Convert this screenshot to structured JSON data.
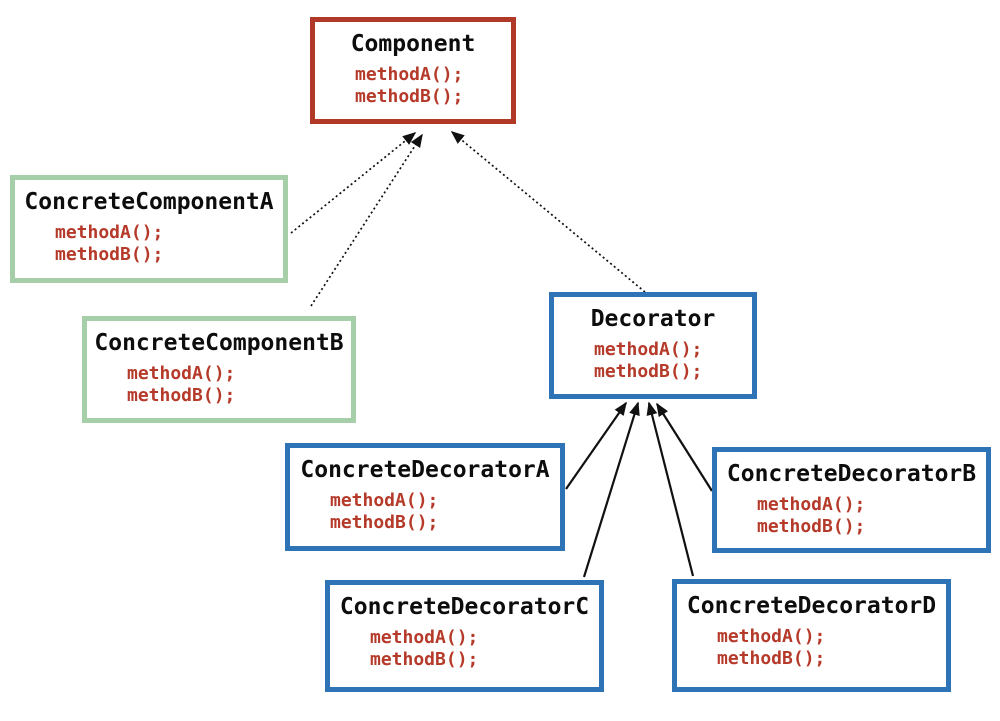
{
  "colors": {
    "component_border": "#b03927",
    "concrete_component_border": "#a6cfa9",
    "decorator_border": "#2d73b5",
    "method_text": "#b53a2a",
    "title_text": "#0d0d0d",
    "arrow": "#111111",
    "background": "#ffffff"
  },
  "classes": {
    "component": {
      "name": "Component",
      "methods": [
        "methodA();",
        "methodB();"
      ]
    },
    "concrete_component_a": {
      "name": "ConcreteComponentA",
      "methods": [
        "methodA();",
        "methodB();"
      ]
    },
    "concrete_component_b": {
      "name": "ConcreteComponentB",
      "methods": [
        "methodA();",
        "methodB();"
      ]
    },
    "decorator": {
      "name": "Decorator",
      "methods": [
        "methodA();",
        "methodB();"
      ]
    },
    "concrete_decorator_a": {
      "name": "ConcreteDecoratorA",
      "methods": [
        "methodA();",
        "methodB();"
      ]
    },
    "concrete_decorator_b": {
      "name": "ConcreteDecoratorB",
      "methods": [
        "methodA();",
        "methodB();"
      ]
    },
    "concrete_decorator_c": {
      "name": "ConcreteDecoratorC",
      "methods": [
        "methodA();",
        "methodB();"
      ]
    },
    "concrete_decorator_d": {
      "name": "ConcreteDecoratorD",
      "methods": [
        "methodA();",
        "methodB();"
      ]
    }
  },
  "relationships": [
    {
      "from": "ConcreteComponentA",
      "to": "Component",
      "style": "dotted-arrow"
    },
    {
      "from": "ConcreteComponentB",
      "to": "Component",
      "style": "dotted-arrow"
    },
    {
      "from": "Decorator",
      "to": "Component",
      "style": "dotted-arrow"
    },
    {
      "from": "ConcreteDecoratorA",
      "to": "Decorator",
      "style": "solid-arrow"
    },
    {
      "from": "ConcreteDecoratorC",
      "to": "Decorator",
      "style": "solid-arrow"
    },
    {
      "from": "ConcreteDecoratorD",
      "to": "Decorator",
      "style": "solid-arrow"
    },
    {
      "from": "ConcreteDecoratorB",
      "to": "Decorator",
      "style": "solid-arrow"
    }
  ]
}
